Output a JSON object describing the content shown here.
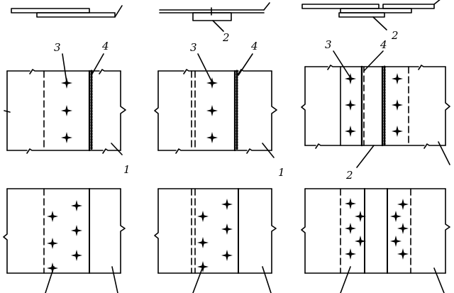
{
  "figure": {
    "labels": {
      "top_middle_2": "2",
      "top_right_2": "2",
      "mid_left_3": "3",
      "mid_left_4": "4",
      "mid_left_1": "1",
      "mid_middle_3": "3",
      "mid_middle_4": "4",
      "mid_middle_1": "1",
      "mid_right_3": "3",
      "mid_right_4": "4",
      "mid_right_2": "2"
    },
    "colors": {
      "ink": "#000000",
      "paper": "#ffffff"
    }
  }
}
